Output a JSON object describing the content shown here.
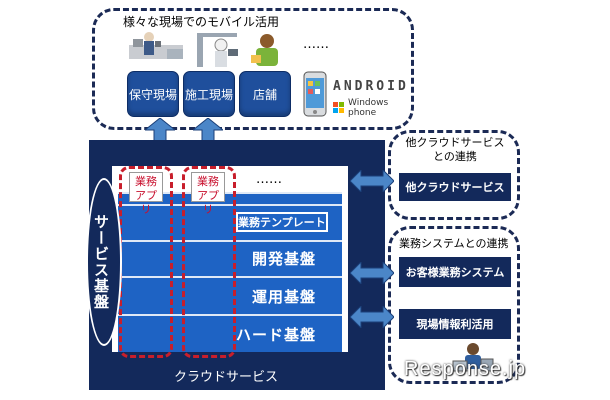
{
  "mobile": {
    "title": "様々な現場でのモバイル活用",
    "ellipsis": "……",
    "sites": [
      "保守現場",
      "施工現場",
      "店舗"
    ],
    "android_logo": "ANDROID",
    "windows_phone": "Windows phone"
  },
  "cloud": {
    "label": "クラウドサービス",
    "service_base": "サービス基盤",
    "apps": [
      {
        "text": "業務\nアプリ"
      },
      {
        "text": "業務\nアプリ"
      }
    ],
    "apps_ellipsis": "……",
    "template": "業務テンプレート",
    "layers": [
      "開発基盤",
      "運用基盤",
      "ハード基盤"
    ]
  },
  "other_cloud": {
    "title": "他クラウドサービス\nとの連携",
    "box": "他クラウドサービス"
  },
  "business": {
    "title": "業務システムとの連携",
    "items": [
      "お客様業務システム",
      "現場情報利活用"
    ]
  },
  "watermark": "Response.jp",
  "colors": {
    "navy": "#13295b",
    "blue": "#1e63c4",
    "red": "#c81e2b",
    "arrow": "#4b86c8"
  }
}
